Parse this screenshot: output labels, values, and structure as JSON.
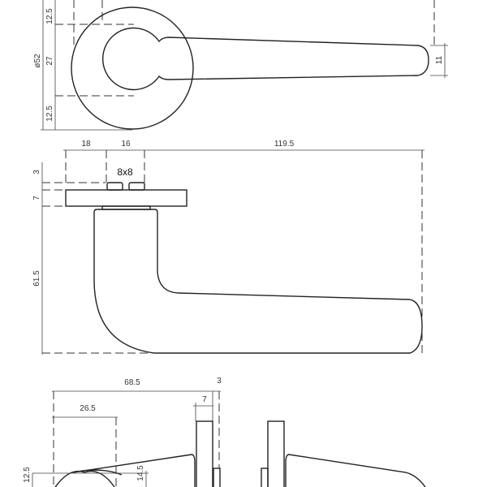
{
  "top_view": {
    "dims": {
      "top_12_5": "12.5",
      "d27": "27",
      "diameter": "ø52",
      "bottom_12_5": "12.5",
      "tip_11": "11"
    }
  },
  "side_view": {
    "dims": {
      "d18": "18",
      "d16": "16",
      "d119_5": "119.5",
      "spindle": "8x8",
      "d3": "3",
      "d7": "7",
      "d61_5": "61.5"
    }
  },
  "bottom_view": {
    "dims": {
      "d68_5": "68.5",
      "d3": "3",
      "d7": "7",
      "d26_5": "26.5",
      "d12_5": "12.5",
      "d14_5": "14.5"
    }
  }
}
